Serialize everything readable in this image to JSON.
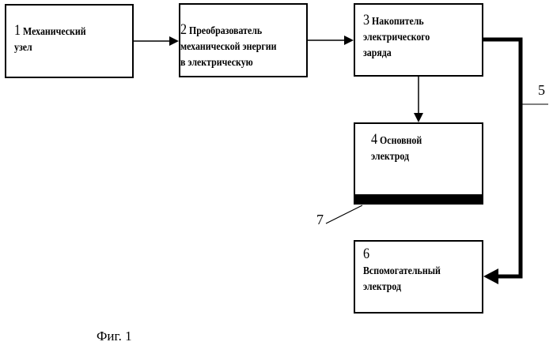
{
  "blocks": [
    {
      "num": "1",
      "text": "Механический",
      "text2": "узел"
    },
    {
      "num": "2",
      "text": "Преобразователь",
      "text2": "механической энергии",
      "text3": "в электрическую"
    },
    {
      "num": "3",
      "text": "Накопитель",
      "text2": "электрического",
      "text3": "заряда"
    },
    {
      "num": "4",
      "text": "Основной",
      "text2": "электрод"
    },
    {
      "num": "6",
      "text": "Вспомогательный",
      "text2": "электрод"
    }
  ],
  "labels": {
    "line5": "5",
    "coating7": "7"
  },
  "caption": "Фиг. 1"
}
